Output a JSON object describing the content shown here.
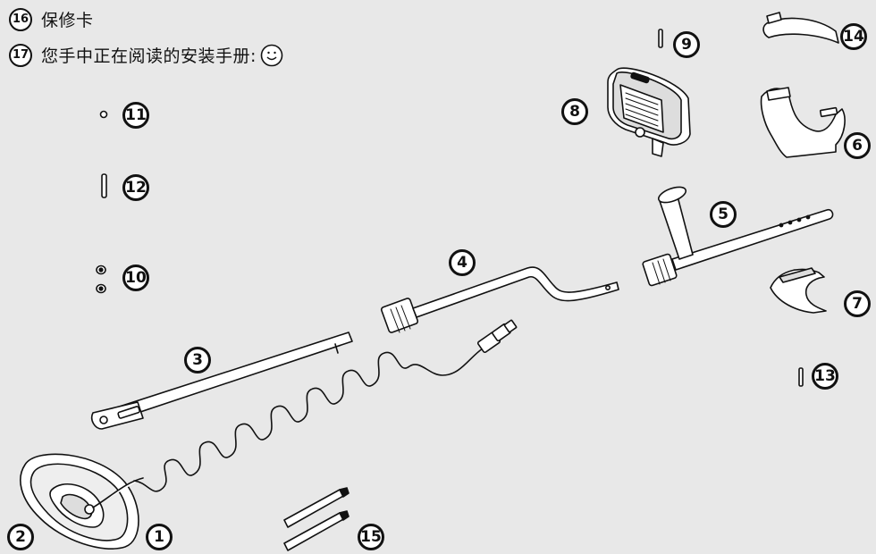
{
  "legend": [
    {
      "num": "16",
      "text": "保修卡"
    },
    {
      "num": "17",
      "text": "您手中正在阅读的安装手册:"
    }
  ],
  "callouts": [
    "1",
    "2",
    "3",
    "4",
    "5",
    "6",
    "7",
    "8",
    "9",
    "10",
    "11",
    "12",
    "13",
    "14",
    "15"
  ],
  "colors": {
    "background": "#e8e8e8",
    "ink": "#111111",
    "part_fill": "#ffffff"
  },
  "icons": [
    "smiley-icon"
  ]
}
